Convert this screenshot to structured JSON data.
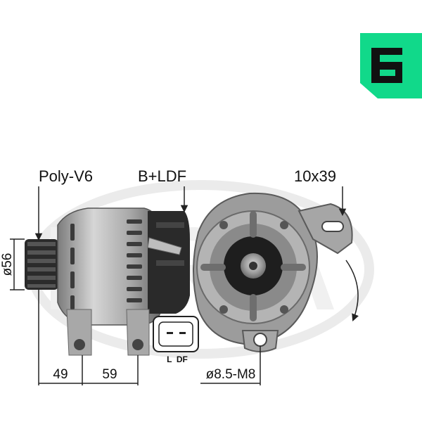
{
  "brand": {
    "badge_letter_icon": "era-e-logo-icon",
    "badge_color": "#11d98a",
    "watermark_text": "ERA",
    "watermark_color": "#dcdcdc"
  },
  "labels": {
    "pulley": "Poly-V6",
    "connection": "B+LDF",
    "mount": "10x39",
    "diameter": "ø56",
    "dim_left": "49",
    "dim_right": "59",
    "bolt": "ø8.5-M8",
    "plug_pins": "L  DF"
  },
  "colors": {
    "metal_light": "#c9c9c9",
    "metal_mid": "#9a9a9a",
    "metal_dark": "#3a3a3a",
    "line": "#222222"
  }
}
